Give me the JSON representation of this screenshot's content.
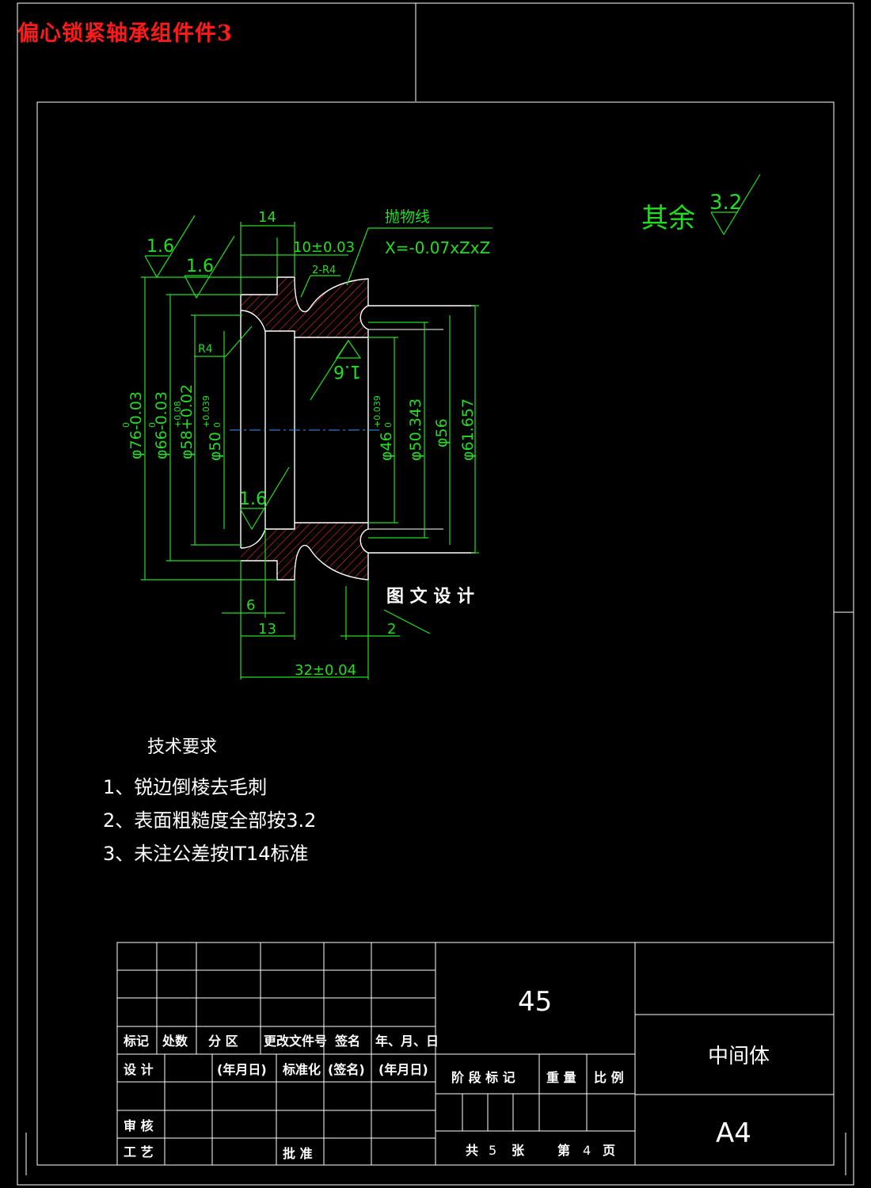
{
  "header": {
    "title": "偏心锁紧轴承组件件3"
  },
  "drawing": {
    "dims": {
      "d14": "14",
      "d10": "10±0.03",
      "r4x2": "2-R4",
      "r4": "R4",
      "parabola_label": "抛物线",
      "parabola_eq": "X=-0.07xZxZ",
      "d6": "6",
      "d13": "13",
      "d2": "2",
      "d32": "32±0.04",
      "phi76": "φ76-0.03",
      "phi76_tol": "0",
      "phi66": "φ66-0.03",
      "phi66_tol": "0",
      "phi58": "φ58+0.02",
      "phi58_tol": "+0.08",
      "phi50": "φ50",
      "phi50_tol_up": "+0.039",
      "phi50_tol_lo": "0",
      "phi46": "φ46",
      "phi46_tol_up": "+0.039",
      "phi46_tol_lo": "0",
      "phi50_343": "φ50.343",
      "phi56": "φ56",
      "phi61_657": "φ61.657"
    },
    "roughness": {
      "r1": "1.6",
      "r2": "1.6",
      "r3": "1.6",
      "r4": "1.6",
      "rest_label": "其余",
      "rest_value": "3.2"
    },
    "watermark": "图 文 设 计"
  },
  "tech": {
    "title": "技术要求",
    "items": [
      "1、锐边倒棱去毛刺",
      "2、表面粗糙度全部按3.2",
      "3、未注公差按IT14标准"
    ]
  },
  "titleblock": {
    "labels": {
      "mark": "标记",
      "count": "处数",
      "zone": "分 区",
      "change_doc": "更改文件号",
      "sign": "签名",
      "date": "年、月、日",
      "design": "设 计",
      "ymd1": "(年月日)",
      "standardize": "标准化",
      "signed": "(签名)",
      "ymd2": "(年月日)",
      "review": "审 核",
      "process": "工 艺",
      "approve": "批 准",
      "stage_mark": "阶 段 标 记",
      "weight": "重 量",
      "scale": "比 例"
    },
    "material": "45",
    "part_name": "中间体",
    "paper_size": "A4",
    "sheets": {
      "total_label": "共",
      "total": "5",
      "sheet_unit": "张",
      "page_label": "第",
      "page": "4",
      "page_unit": "页"
    }
  }
}
